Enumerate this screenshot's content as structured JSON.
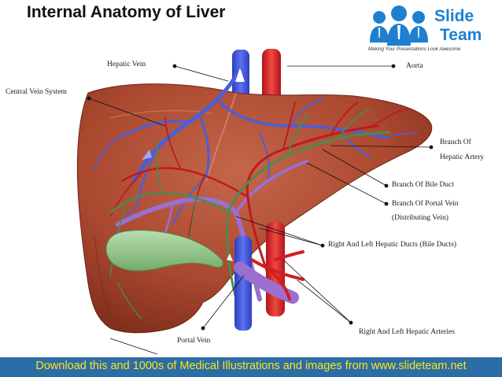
{
  "title": "Internal Anatomy of Liver",
  "logo": {
    "word1": "Slide",
    "word2": "Team",
    "tagline": "Making Your Presentations Look Awesome"
  },
  "labels": {
    "hepatic_vein": "Hepatic Vein",
    "aorta": "Aorta",
    "central_vein_system": "Central Vein System",
    "branch_hepatic_artery_1": "Branch Of",
    "branch_hepatic_artery_2": "Hepatic Artery",
    "branch_bile_duct": "Branch Of Bile Duct",
    "branch_portal_vein_1": "Branch Of Portal Vein",
    "branch_portal_vein_2": "(Distributing Vein)",
    "hepatic_ducts": "Right And Left Hepatic Ducts (Bile Ducts)",
    "hepatic_arteries": "Right And Left Hepatic Arteries",
    "portal_vein": "Portal Vein"
  },
  "footer": "Download this and 1000s of Medical Illustrations and images from www.slideteam.net",
  "colors": {
    "liver": "#a9472f",
    "vein_blue": "#4a5fd8",
    "artery_red": "#d21f1f",
    "bile_green": "#4f8a4c",
    "gallbladder": "#96c78a",
    "footer_bg": "#2b6da7",
    "footer_text": "#ffe51a",
    "logo_blue": "#1f7fd0"
  }
}
